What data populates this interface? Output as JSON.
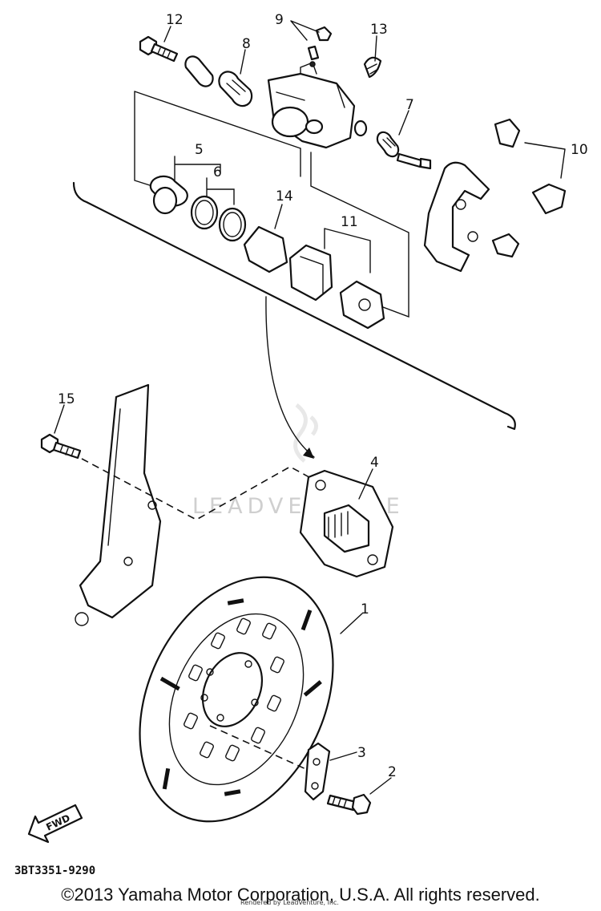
{
  "diagram": {
    "callouts": [
      {
        "id": "c12",
        "text": "12"
      },
      {
        "id": "c9",
        "text": "9"
      },
      {
        "id": "c13",
        "text": "13"
      },
      {
        "id": "c8",
        "text": "8"
      },
      {
        "id": "c7",
        "text": "7"
      },
      {
        "id": "c5",
        "text": "5"
      },
      {
        "id": "c6",
        "text": "6"
      },
      {
        "id": "c10",
        "text": "10"
      },
      {
        "id": "c14",
        "text": "14"
      },
      {
        "id": "c11",
        "text": "11"
      },
      {
        "id": "c15",
        "text": "15"
      },
      {
        "id": "c4",
        "text": "4"
      },
      {
        "id": "c1",
        "text": "1"
      },
      {
        "id": "c3",
        "text": "3"
      },
      {
        "id": "c2",
        "text": "2"
      }
    ],
    "fwd_label": "FWD",
    "part_code": "3BT3351-9290",
    "watermark": "LEADVENTURE",
    "fine_print": "Rendered by LeadVenture, Inc."
  },
  "footer": {
    "copyright": "©2013 Yamaha Motor Corporation, U.S.A. All rights reserved."
  }
}
